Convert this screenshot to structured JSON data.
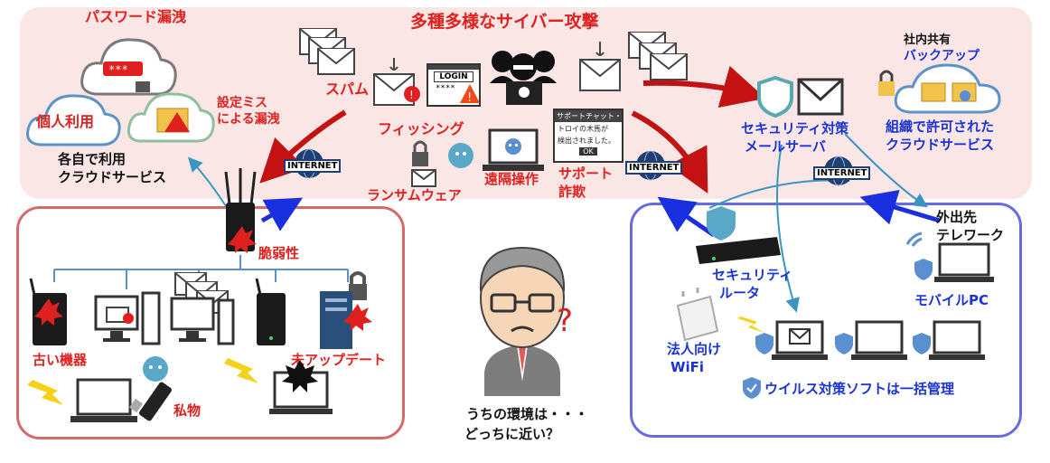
{
  "title": "多種多様なサイバー攻撃",
  "top": {
    "password_leak": "パスワード漏洩",
    "personal_use": "個人利用",
    "misconfig_line1": "設定ミス",
    "misconfig_line2": "による漏洩",
    "self_cloud_line1": "各自で利用",
    "self_cloud_line2": "クラウドサービス",
    "spam": "スパム",
    "phishing": "フィッシング",
    "ransomware": "ランサムウェア",
    "remote_control": "遠隔操作",
    "support_scam_line1": "サポート",
    "support_scam_line2": "詐欺",
    "support_chat_title": "サポートチャット・・×",
    "support_chat_body1": "トロイの木馬が",
    "support_chat_body2": "検出されました。",
    "support_chat_ok": "OK",
    "login_text": "LOGIN",
    "password_mask": "****",
    "secure_mail_line1": "セキュリティ対策",
    "secure_mail_line2": "メールサーバ",
    "shared_line1": "社内共有",
    "shared_line2": "バックアップ",
    "approved_cloud_line1": "組織で許可された",
    "approved_cloud_line2": "クラウドサービス"
  },
  "internet": "INTERNET",
  "left": {
    "vulnerability": "脆弱性",
    "old_device": "古い機器",
    "private_item": "私物",
    "not_updated": "未アップデート"
  },
  "center": {
    "question_line1": "うちの環境は・・・",
    "question_line2": "どっちに近い？",
    "question_mark": "?"
  },
  "right": {
    "secure_router_line1": "セキュリティ",
    "secure_router_line2": "ルータ",
    "corp_wifi_line1": "法人向け",
    "corp_wifi_line2": "WiFi",
    "telework_line1": "外出先",
    "telework_line2": "テレワーク",
    "mobile_pc": "モバイルPC",
    "antivirus": "ウイルス対策ソフトは一括管理"
  },
  "colors": {
    "threat_red": "#e0201e",
    "safe_blue": "#1a33d6",
    "top_zone_bg": "#fbe6e6",
    "left_border": "#d46a6a",
    "right_border": "#6a6ae0",
    "arrow_red": "#c41212",
    "arrow_blue": "#1a2fe0"
  }
}
